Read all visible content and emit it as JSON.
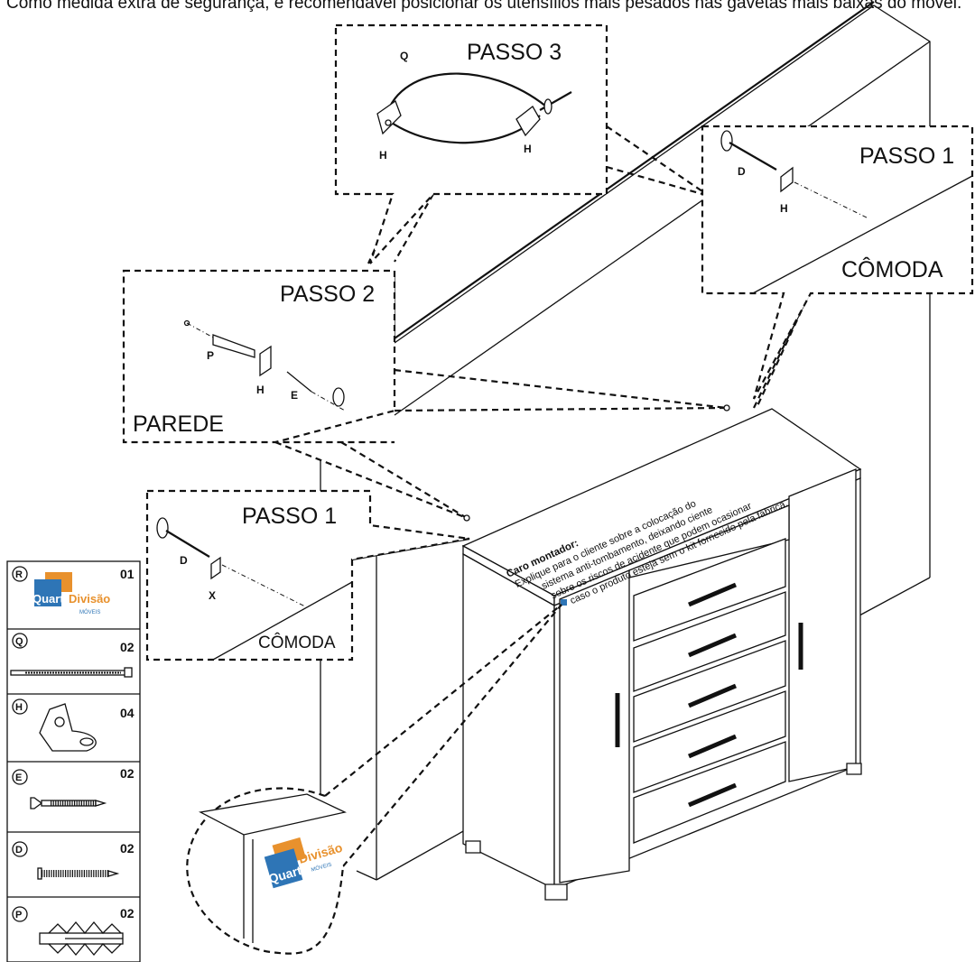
{
  "intro": "Como medida extra de segurança, é recomendável posicionar os utensílios mais pesados nas gavetas mais baixas do móvel.",
  "callouts": {
    "passo3": {
      "title": "PASSO 3",
      "labels": [
        "Q",
        "H",
        "H"
      ]
    },
    "passo1_right": {
      "title": "PASSO 1",
      "labels": [
        "D",
        "H"
      ],
      "caption": "CÔMODA"
    },
    "passo2": {
      "title": "PASSO 2",
      "labels": [
        "P",
        "H",
        "E"
      ],
      "caption": "PAREDE"
    },
    "passo1_left": {
      "title": "PASSO 1",
      "labels": [
        "D",
        "X"
      ],
      "caption": "CÔMODA"
    }
  },
  "note": {
    "heading": "Caro montador:",
    "lines": [
      "Explique para o cliente sobre a colocação do",
      "sistema anti-tombamento, deixando ciente",
      "sobre os riscos de acidente que podem ocasionar",
      "caso o produto esteja sem o kit fornecido pela fábrica."
    ]
  },
  "parts": [
    {
      "code": "R",
      "qty": "01",
      "icon": "brand-label-icon"
    },
    {
      "code": "Q",
      "qty": "02",
      "icon": "cable-tie-icon"
    },
    {
      "code": "H",
      "qty": "04",
      "icon": "angle-bracket-icon"
    },
    {
      "code": "E",
      "qty": "02",
      "icon": "flat-screw-icon"
    },
    {
      "code": "D",
      "qty": "02",
      "icon": "wood-screw-icon"
    },
    {
      "code": "P",
      "qty": "02",
      "icon": "wall-plug-icon"
    }
  ],
  "brand": {
    "word1": "Quarta",
    "word2": "Divisão",
    "sub": "MÓVEIS",
    "blue": "#2e75b6",
    "orange": "#e8912d"
  }
}
